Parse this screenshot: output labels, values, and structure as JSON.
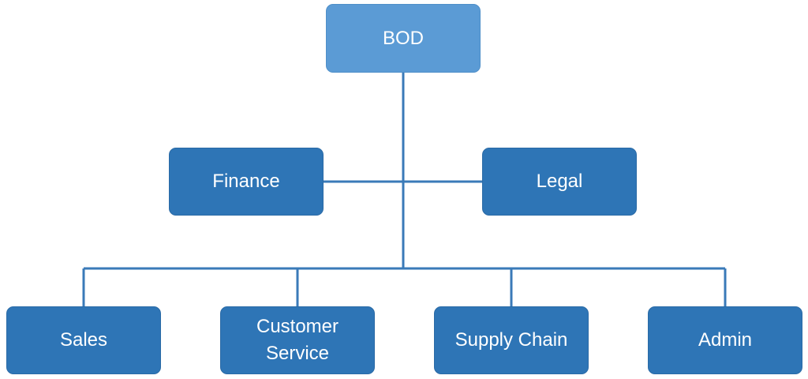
{
  "colors": {
    "top_node_fill": "#5b9bd5",
    "top_node_border": "#4f8fc9",
    "node_fill": "#2e75b6",
    "node_border": "#2a6aa6",
    "connector": "#3a7ab8",
    "text": "#ffffff"
  },
  "nodes": {
    "bod": "BOD",
    "finance": "Finance",
    "legal": "Legal",
    "sales": "Sales",
    "customer_service_line1": "Customer",
    "customer_service_line2": "Service",
    "supply_chain": "Supply Chain",
    "admin": "Admin"
  }
}
